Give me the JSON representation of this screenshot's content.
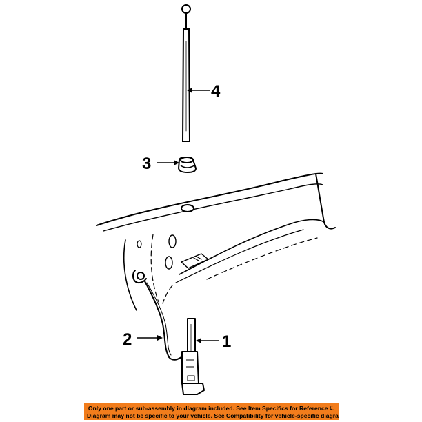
{
  "callouts": {
    "c1": "1",
    "c2": "2",
    "c3": "3",
    "c4": "4"
  },
  "disclaimer": {
    "line1": "Only one part or sub-assembly in diagram included. See Item Specifics for Reference #.",
    "line2": "Diagram may not be specific to your vehicle. See Compatibility for vehicle-specific diagrams."
  },
  "colors": {
    "line_art": "#000000",
    "disclaimer_bg": "#f27d1c",
    "disclaimer_text": "#000000",
    "background": "#ffffff"
  }
}
